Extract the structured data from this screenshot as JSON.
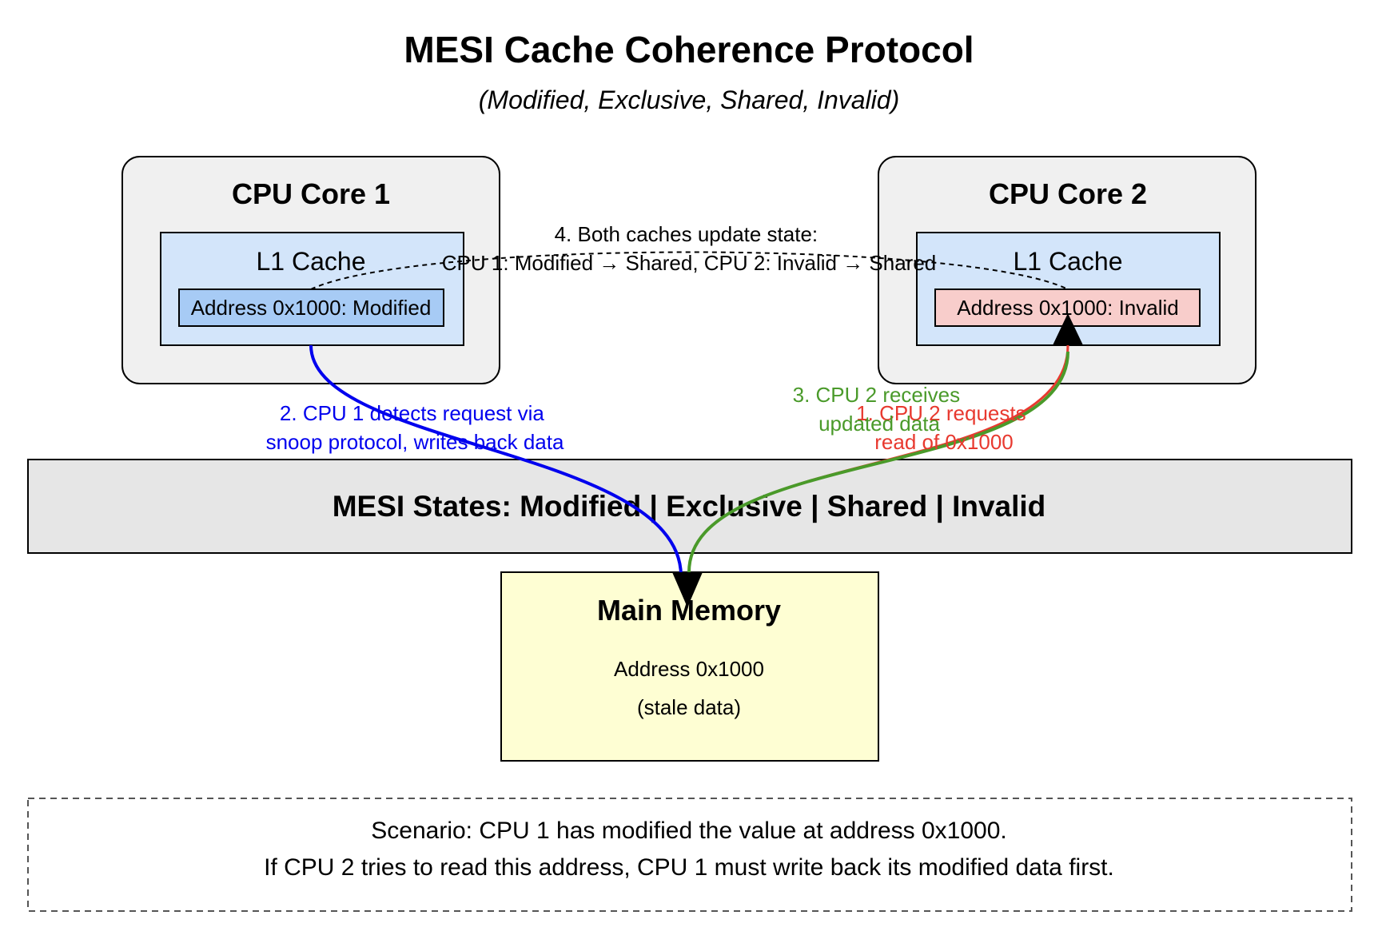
{
  "title": "MESI Cache Coherence Protocol",
  "subtitle": "(Modified, Exclusive, Shared, Invalid)",
  "core1": {
    "title": "CPU Core 1",
    "cache_label": "L1 Cache",
    "address_label": "Address 0x1000: Modified"
  },
  "core2": {
    "title": "CPU Core 2",
    "cache_label": "L1 Cache",
    "address_label": "Address 0x1000: Invalid"
  },
  "states_bar": {
    "label": "MESI States: Modified | Exclusive | Shared | Invalid"
  },
  "memory": {
    "title": "Main Memory",
    "address": "Address 0x1000",
    "note": "(stale data)"
  },
  "edges": {
    "step1": {
      "lines": [
        "1. CPU 2 requests",
        "read of 0x1000"
      ],
      "color": "#e8392f"
    },
    "step2": {
      "lines": [
        "2. CPU 1 detects request via",
        "snoop protocol, writes back data"
      ],
      "color": "#0000ee"
    },
    "step3": {
      "lines": [
        "3. CPU 2 receives",
        "updated data"
      ],
      "color": "#4a9a2a"
    },
    "step4": {
      "lines": [
        "4. Both caches update state:",
        "CPU 1: Modified → Shared, CPU 2: Invalid → Shared"
      ],
      "color": "#000000"
    }
  },
  "scenario": {
    "line1": "Scenario: CPU 1 has modified the value at address 0x1000.",
    "line2": "If CPU 2 tries to read this address, CPU 1 must write back its modified data first."
  },
  "colors": {
    "core_fill": "#f0f0f0",
    "cache_fill": "#d3e5fa",
    "modified_fill": "#a7cbf5",
    "invalid_fill": "#f8cdcb",
    "states_fill": "#e6e6e6",
    "memory_fill": "#fefed3"
  }
}
